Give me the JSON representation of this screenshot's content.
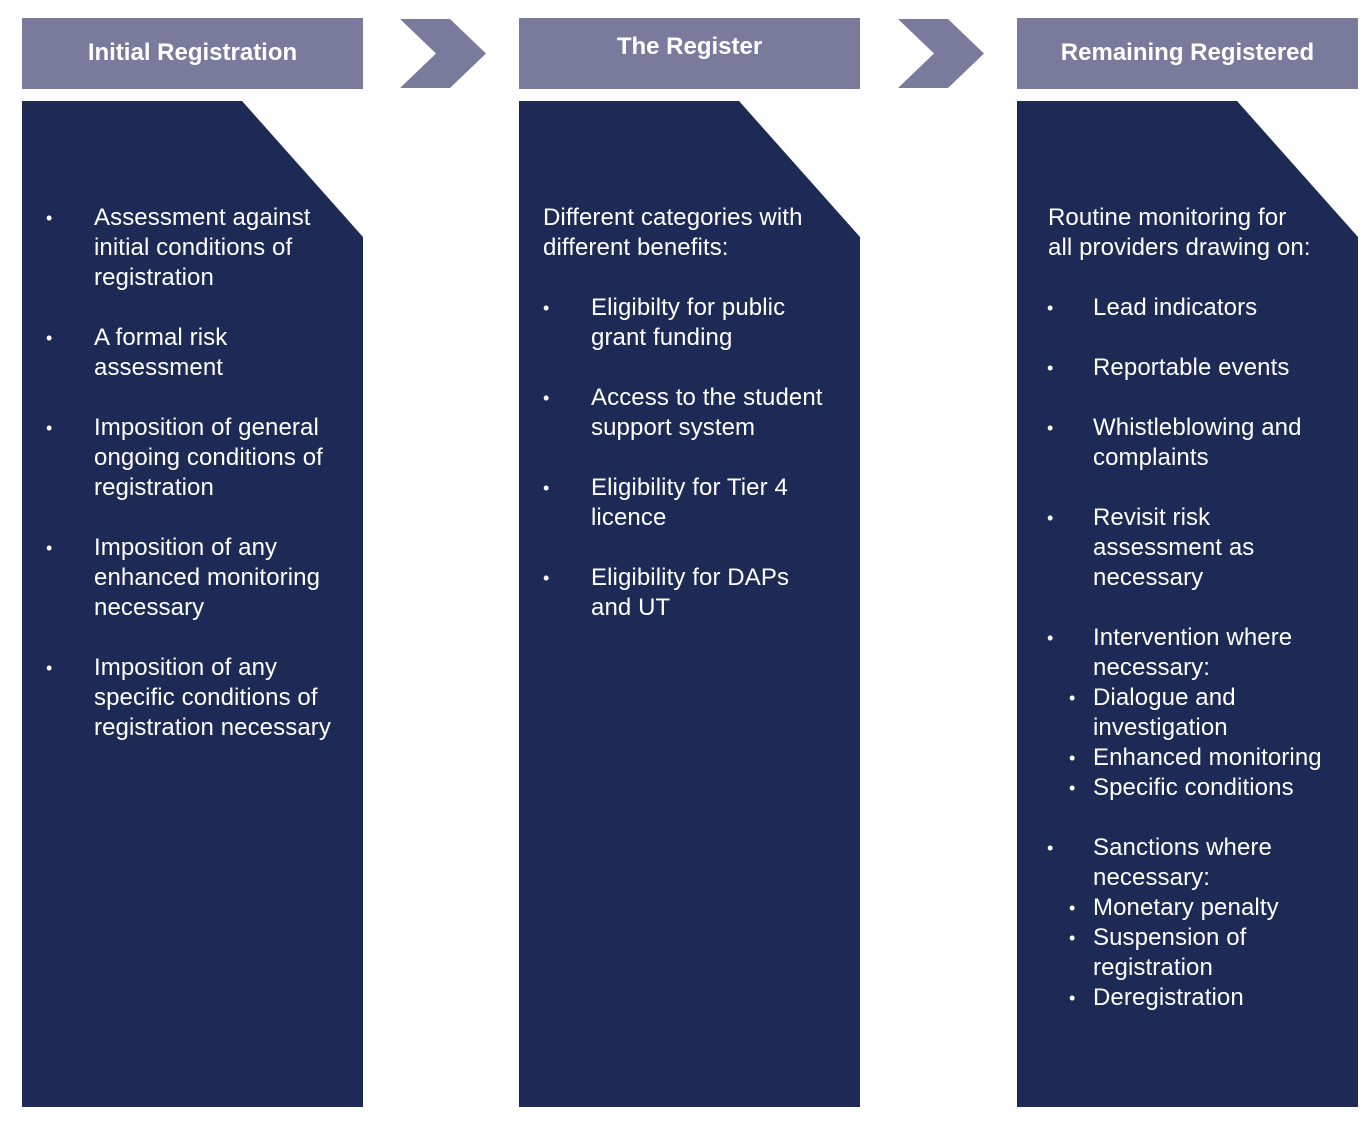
{
  "colors": {
    "header_bg": "#7a7a9c",
    "panel_bg": "#1c2a55",
    "text": "#ffffff"
  },
  "columns": [
    {
      "header": "Initial Registration",
      "intro": "",
      "items": [
        {
          "text": "Assessment against initial conditions of registration",
          "subitems": []
        },
        {
          "text": "A formal risk assessment",
          "subitems": []
        },
        {
          "text": "Imposition of general ongoing conditions of registration",
          "subitems": []
        },
        {
          "text": "Imposition of any enhanced monitoring necessary",
          "subitems": []
        },
        {
          "text": "Imposition of any specific conditions of registration necessary",
          "subitems": []
        }
      ]
    },
    {
      "header": "The Register",
      "intro": "Different categories with\ndifferent benefits:",
      "items": [
        {
          "text": "Eligibilty for public grant funding",
          "subitems": []
        },
        {
          "text": "Access to the student support system",
          "subitems": []
        },
        {
          "text": "Eligibility for Tier 4 licence",
          "subitems": []
        },
        {
          "text": "Eligibility for DAPs and UT",
          "subitems": []
        }
      ]
    },
    {
      "header": "Remaining Registered",
      "intro": "Routine monitoring for\nall providers drawing on:",
      "items": [
        {
          "text": "Lead indicators",
          "subitems": []
        },
        {
          "text": "Reportable events",
          "subitems": []
        },
        {
          "text": "Whistleblowing and complaints",
          "subitems": []
        },
        {
          "text": "Revisit risk assessment as necessary",
          "subitems": []
        },
        {
          "text": "Intervention where necessary:",
          "subitems": [
            "Dialogue and investigation",
            "Enhanced monitoring",
            "Specific conditions"
          ]
        },
        {
          "text": "Sanctions where necessary:",
          "subitems": [
            "Monetary penalty",
            "Suspension of registration",
            "Deregistration"
          ]
        }
      ]
    }
  ]
}
